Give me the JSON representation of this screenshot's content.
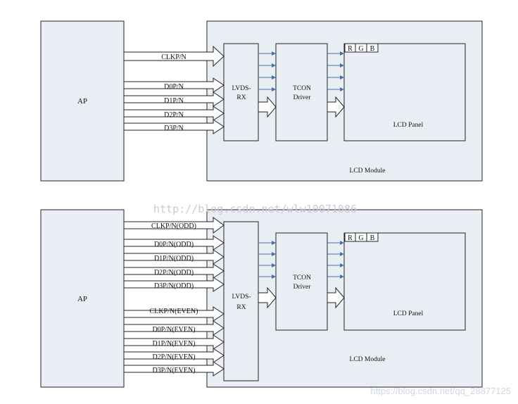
{
  "diagram1": {
    "ap_label": "AP",
    "lvds_label": [
      "LVDS-",
      "RX"
    ],
    "tcon_label": [
      "TCON",
      "Driver"
    ],
    "panel_label": "LCD Panel",
    "module_label": "LCD Module",
    "rgb": [
      "R",
      "G",
      "B"
    ],
    "signals": [
      "CLKP/N",
      "D0P/N",
      "D1P/N",
      "D2P/N",
      "D3P/N"
    ]
  },
  "diagram2": {
    "ap_label": "AP",
    "lvds_label": [
      "LVDS-",
      "RX"
    ],
    "tcon_label": [
      "TCON",
      "Driver"
    ],
    "panel_label": "LCD Panel",
    "module_label": "LCD Module",
    "rgb": [
      "R",
      "G",
      "B"
    ],
    "signals": [
      "CLKP/N(ODD)",
      "D0P/N(ODD)",
      "D1P/N(ODD)",
      "D2P/N(ODD)",
      "D3P/N(ODD)",
      "CLKP/N(EVEN)",
      "D0P/N(EVEN)",
      "D1P/N(EVEN)",
      "D2P/N(EVEN)",
      "D3P/N(EVEN)"
    ]
  },
  "watermarks": {
    "center": "http://blog.csdn.net/wlw10071086",
    "corner": "https://blog.csdn.net/qq_28877125"
  },
  "colors": {
    "fill": "#e9eef5",
    "stroke": "#222222",
    "small_arrow": "#4a6fa5"
  }
}
